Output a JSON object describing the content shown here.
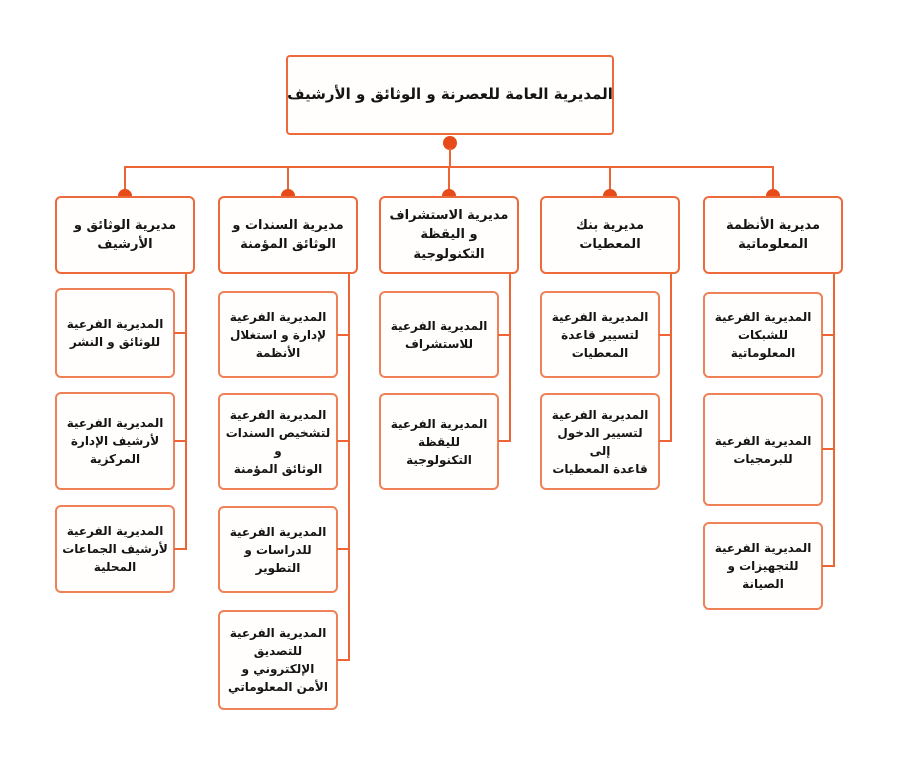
{
  "diagram": {
    "title": "المديرية العامة للعصرنة و الوثائق و الأرشيف",
    "columns": [
      {
        "label": "مديرية الوثائق و\nالأرشيف",
        "children": [
          "المديرية الفرعية\nللوثائق و النشر",
          "المديرية الفرعية\nلأرشيف الإدارة\nالمركزية",
          "المديرية الفرعية\nلأرشيف الجماعات\nالمحلية"
        ]
      },
      {
        "label": "مديرية السندات و\nالوثائق المؤمنة",
        "children": [
          "المديرية الفرعية\nلإدارة و استغلال\nالأنظمة",
          "المديرية الفرعية\nلتشخيص السندات و\nالوثائق المؤمنة",
          "المديرية الفرعية\nللدراسات و التطوير",
          "المديرية الفرعية\nللتصديق الإلكتروني و\nالأمن المعلوماتي"
        ]
      },
      {
        "label": "مديرية الاستشراف\nو اليقظة\nالتكنولوجية",
        "children": [
          "المديرية الفرعية\nللاستشراف",
          "المديرية الفرعية\nلليقظة التكنولوجية"
        ]
      },
      {
        "label": "مديرية بنك\nالمعطيات",
        "children": [
          "المديرية الفرعية\nلتسيير قاعدة\nالمعطيات",
          "المديرية الفرعية\nلتسيير الدخول إلى\nقاعدة المعطيات"
        ]
      },
      {
        "label": "مديرية الأنظمة\nالمعلوماتية",
        "children": [
          "المديرية الفرعية\nللشبكات المعلوماتية",
          "المديرية الفرعية\nللبرمجيات",
          "المديرية الفرعية\nللتجهيزات و الصيانة"
        ]
      }
    ],
    "colors": {
      "connector": "#ed6535",
      "box_border": "#ef8158",
      "header_border": "#ed6a3c",
      "dot": "#e84b1a",
      "background": "#ffffff",
      "text": "#141414"
    }
  }
}
